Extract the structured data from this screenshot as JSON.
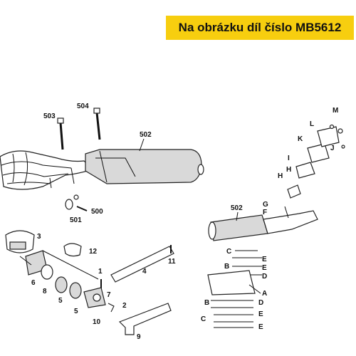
{
  "banner": {
    "text": "Na obrázku díl číslo MB5612",
    "color": "#f7ce0f"
  },
  "labels": {
    "l503": "503",
    "l504": "504",
    "l502a": "502",
    "l501": "501",
    "l500": "500",
    "l502b": "502",
    "l3": "3",
    "l12": "12",
    "l11": "11",
    "l4": "4",
    "l1": "1",
    "l6": "6",
    "l8": "8",
    "l5a": "5",
    "l5b": "5",
    "l7": "7",
    "l2": "2",
    "l10": "10",
    "l9": "9",
    "lM": "M",
    "lL": "L",
    "lK": "K",
    "lJ": "J",
    "lI": "I",
    "lH1": "H",
    "lH2": "H",
    "lG": "G",
    "lF": "F",
    "lC1": "C",
    "lE1": "E",
    "lB1": "B",
    "lE2": "E",
    "lD1": "D",
    "lA": "A",
    "lB2": "B",
    "lD2": "D",
    "lE3": "E",
    "lC2": "C",
    "lE4": "E"
  }
}
